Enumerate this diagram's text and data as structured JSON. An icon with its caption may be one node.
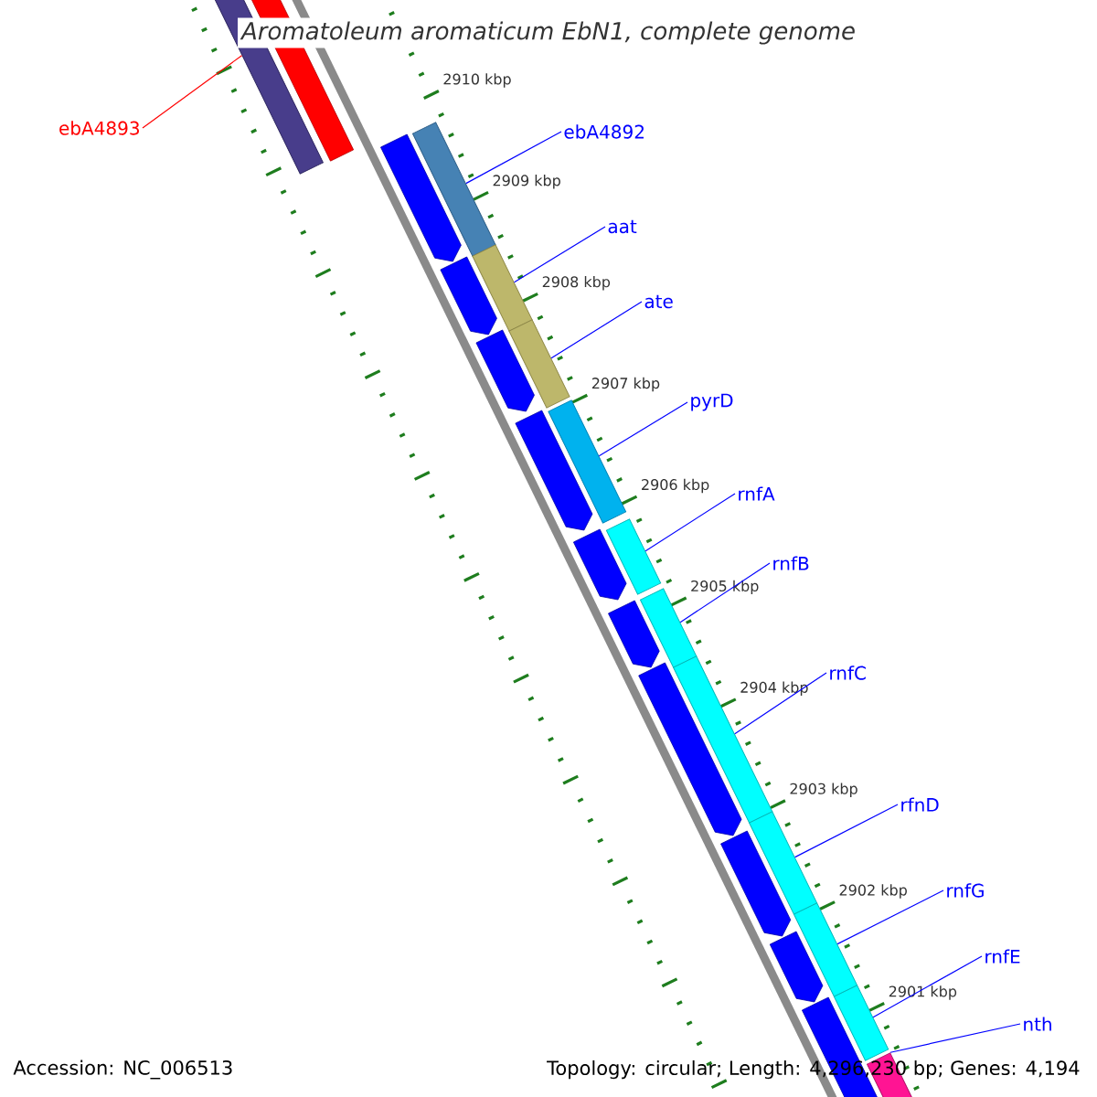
{
  "diagram": {
    "title": "*Aromatoleum aromaticum* EbN1, complete genome",
    "nodes": [
      {
        "text": [
          "ebA4893"
        ]
      },
      {
        "text": [],
        "shape": "bar"
      },
      {
        "text": [
          "ebA4892"
        ]
      },
      {
        "text": [],
        "shape": "bar"
      },
      {
        "text": [
          "aat"
        ]
      },
      {
        "text": [],
        "shape": "bar"
      },
      {
        "text": [
          "ate"
        ]
      },
      {
        "text": [],
        "shape": "bar"
      },
      {
        "text": [
          "pyrD"
        ]
      },
      {
        "text": [],
        "shape": "bar"
      },
      {
        "text": [
          "rnfA"
        ]
      },
      {
        "text": [],
        "shape": "bar"
      },
      {
        "text": [
          "rnfB"
        ]
      },
      {
        "text": [],
        "shape": "bar"
      },
      {
        "text": [
          "rnfC"
        ]
      },
      {
        "text": [],
        "shape": "bar"
      },
      {
        "text": [
          "rfnD"
        ]
      },
      {
        "text": [],
        "shape": "bar"
      },
      {
        "text": [
          "rnfG"
        ]
      },
      {
        "text": [],
        "shape": "bar"
      },
      {
        "text": [
          "rnfE"
        ]
      },
      {
        "text": [],
        "shape": "bar"
      },
      {
        "text": [
          "nth"
        ]
      },
      {
        "text": [],
        "shape": "bar"
      }
    ],
    "edges": [
      {
        "from": 0,
        "to": 1,
        "arrow": "none",
        "color": "#ff0000"
      },
      {
        "from": 2,
        "to": 3,
        "arrow": "none"
      },
      {
        "from": 4,
        "to": 5,
        "arrow": "none"
      },
      {
        "from": 6,
        "to": 7,
        "arrow": "none"
      },
      {
        "from": 8,
        "to": 9,
        "arrow": "none"
      },
      {
        "from": 10,
        "to": 11,
        "arrow": "none"
      },
      {
        "from": 12,
        "to": 13,
        "arrow": "none"
      },
      {
        "from": 14,
        "to": 15,
        "arrow": "none"
      },
      {
        "from": 16,
        "to": 17,
        "arrow": "none"
      },
      {
        "from": 18,
        "to": 19,
        "arrow": "none"
      },
      {
        "from": 20,
        "to": 21,
        "arrow": "none"
      },
      {
        "from": 22,
        "to": 23,
        "arrow": "none"
      }
    ],
    "labels": [
      "2910 kbp",
      "2909 kbp",
      "2908 kbp",
      "2907 kbp",
      "2906 kbp",
      "2905 kbp",
      "2904 kbp",
      "2903 kbp",
      "2902 kbp",
      "2901 kbp",
      "Accession: NC_006513",
      "Topology: circular; Length: 4,296,230 bp; Genes: 4,194"
    ]
  }
}
